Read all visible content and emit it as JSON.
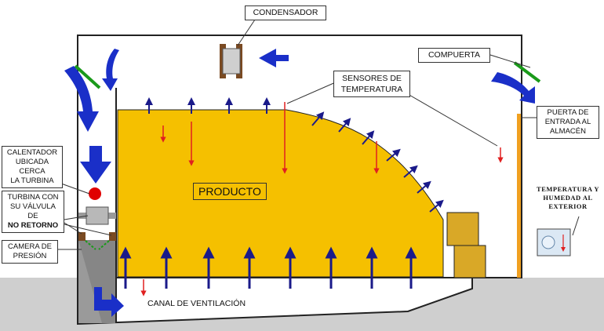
{
  "labels": {
    "condensador": "CONDENSADOR",
    "compuerta": "COMPUERTA",
    "sensores_line1": "SENSORES DE",
    "sensores_line2": "TEMPERATURA",
    "puerta_line1": "PUERTA DE",
    "puerta_line2": "ENTRADA AL",
    "puerta_line3": "ALMACÉN",
    "calentador_line1": "CALENTADOR",
    "calentador_line2": "UBICADA CERCA",
    "calentador_line3": "LA TURBINA",
    "turbina_line1": "TURBINA CON",
    "turbina_line2": "SU VÁLVULA DE",
    "turbina_line3": "NO RETORNO",
    "camera_line1": "CAMERA DE",
    "camera_line2": "PRESIÓN",
    "producto": "PRODUCTO",
    "canal": "CANAL DE VENTILACIÓN",
    "exterior_line1": "TEMPERATURA Y",
    "exterior_line2": "HUMEDAD AL",
    "exterior_line3": "EXTERIOR"
  },
  "colors": {
    "product": "#f5c000",
    "flow_arrow": "#1a2fc8",
    "sensor": "#e02020",
    "damper": "#1a9a1a",
    "door": "#f0a020",
    "box": "#d9a827",
    "ground": "#cfcfcf",
    "small_arrow": "#1a1a8a"
  }
}
